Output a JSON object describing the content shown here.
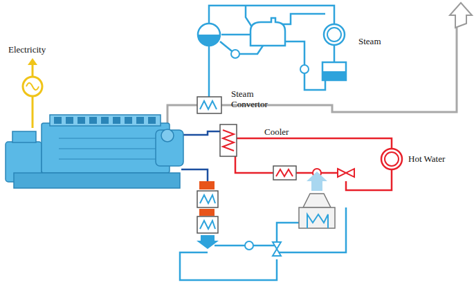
{
  "diagram": {
    "labels": [
      "Electricity",
      "Steam",
      "Steam Convertor",
      "Cooler",
      "Hot Water"
    ]
  }
}
